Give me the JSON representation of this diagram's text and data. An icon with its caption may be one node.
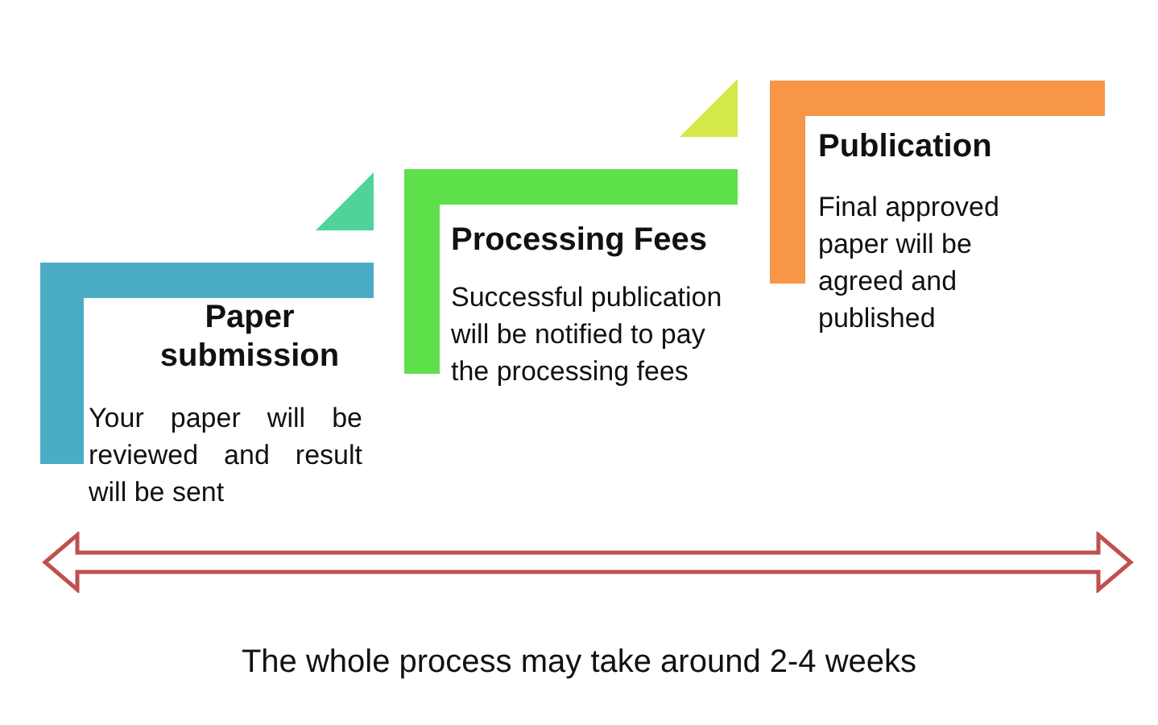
{
  "diagram": {
    "nodes": [
      {
        "text": [
          "Paper submission",
          "Your paper will be reviewed and result will be sent"
        ]
      },
      {
        "text": [
          "Processing Fees",
          "Successful publication will be notified to pay the processing fees"
        ]
      },
      {
        "text": [
          "Publication",
          "Final approved paper will be agreed and published"
        ]
      }
    ],
    "edges": [],
    "labels": [
      "The whole process may take around 2-4 weeks"
    ]
  }
}
